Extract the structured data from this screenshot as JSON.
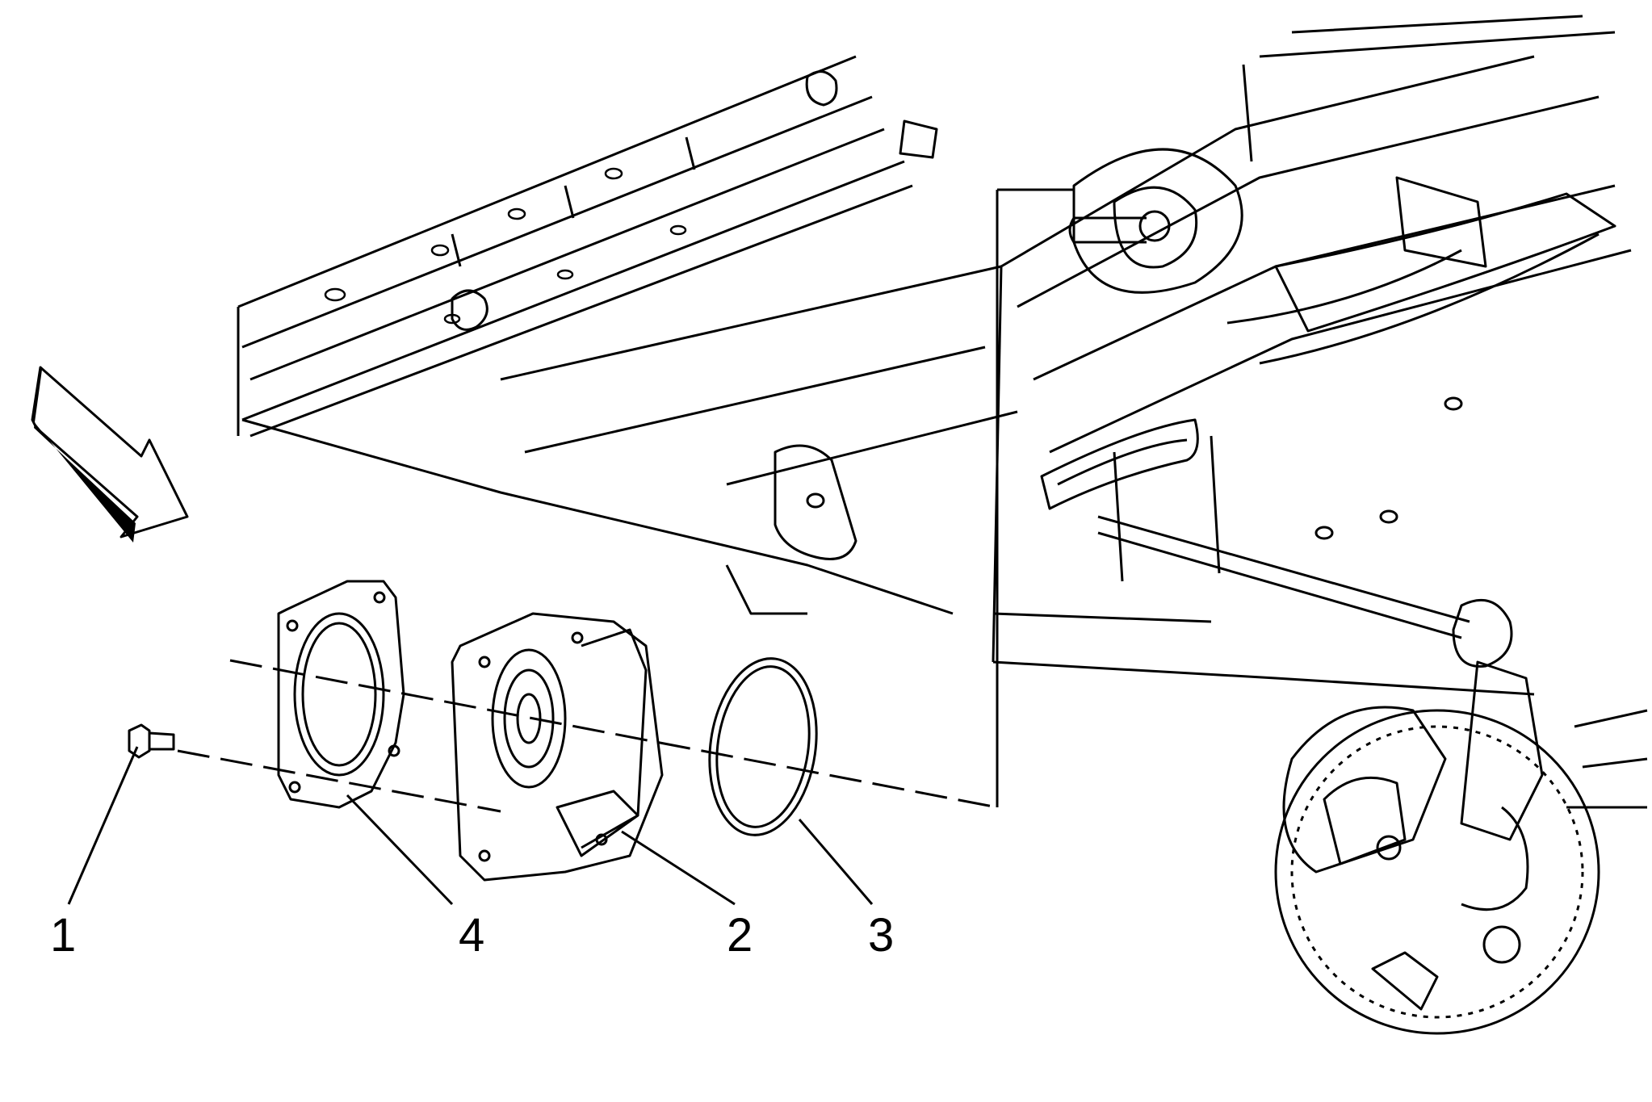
{
  "diagram": {
    "colors": {
      "line": "#000000",
      "background": "#ffffff",
      "arrow_fill": "#ffffff"
    },
    "callouts": [
      {
        "id": "1",
        "label": "1"
      },
      {
        "id": "2",
        "label": "2"
      },
      {
        "id": "3",
        "label": "3"
      },
      {
        "id": "4",
        "label": "4"
      }
    ],
    "icons": {
      "direction_arrow": "vehicle-front-arrow-icon"
    }
  }
}
